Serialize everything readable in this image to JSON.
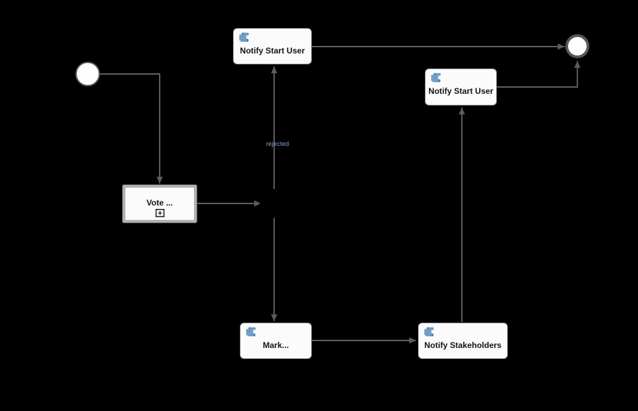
{
  "nodes": {
    "notify_top": {
      "label": "Notify Start User"
    },
    "notify_right": {
      "label": "Notify Start User"
    },
    "vote": {
      "label": "Vote ..."
    },
    "mark": {
      "label": "Mark..."
    },
    "stakeholders": {
      "label": "Notify Stakeholders"
    }
  },
  "edges": {
    "gateway_to_notify_top": {
      "label": "rejected"
    }
  },
  "icons": {
    "task_type": "script-icon",
    "vote_marker": "subprocess-plus-icon"
  },
  "colors": {
    "background": "#000000",
    "task_fill": "#fbfbfb",
    "task_border": "#909090",
    "task_text": "#141414",
    "flow_line": "#6e6e6e",
    "arrow_fill": "#5c5c5c",
    "icon_blue": "#6f9ec6",
    "icon_blue_dark": "#4e82b0",
    "flow_label_blue": "#8ba5d3",
    "event_fill": "#fdfdfd",
    "start_border": "#585858",
    "end_border": "#575757",
    "vote_border": "#b2b2b2"
  }
}
